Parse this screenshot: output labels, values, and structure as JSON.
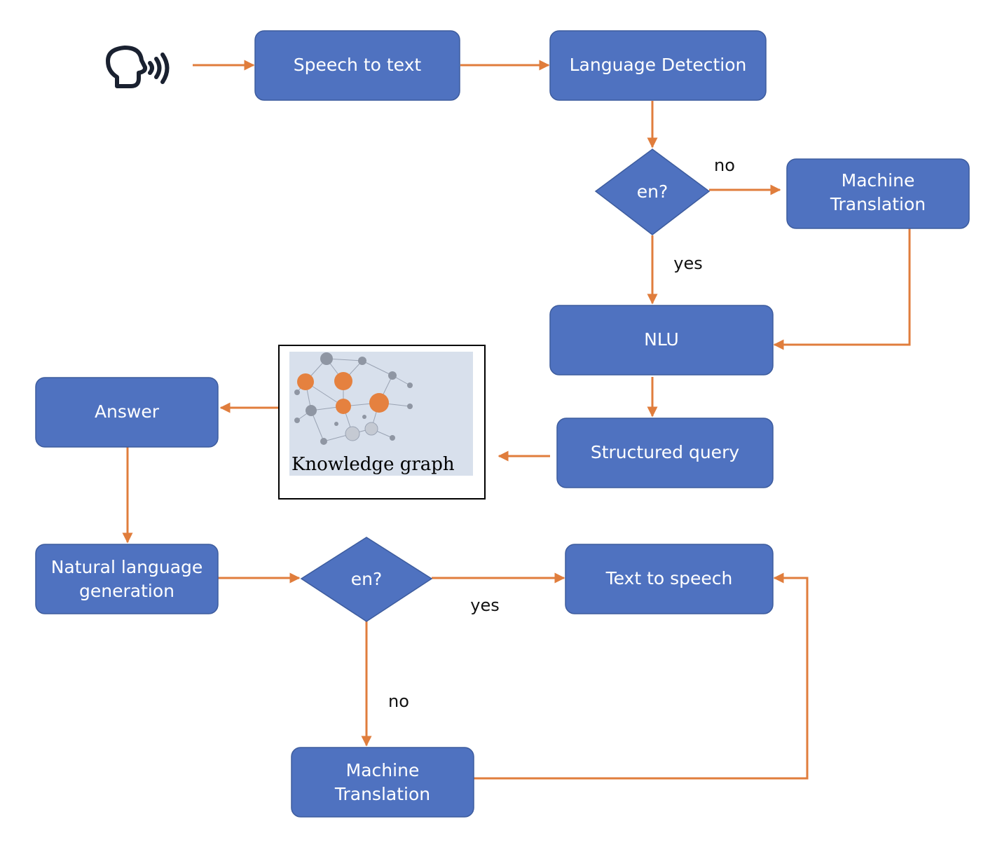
{
  "nodes": {
    "speech_to_text": {
      "lines": [
        "Speech to text"
      ]
    },
    "language_detection": {
      "lines": [
        "Language Detection"
      ]
    },
    "decision_en_1": {
      "lines": [
        "en?"
      ]
    },
    "machine_translation_1": {
      "lines": [
        "Machine",
        "Translation"
      ]
    },
    "nlu": {
      "lines": [
        "NLU"
      ]
    },
    "structured_query": {
      "lines": [
        "Structured query"
      ]
    },
    "knowledge_graph": {
      "caption": "Knowledge graph"
    },
    "answer": {
      "lines": [
        "Answer"
      ]
    },
    "nlg": {
      "lines": [
        "Natural language",
        "generation"
      ]
    },
    "decision_en_2": {
      "lines": [
        "en?"
      ]
    },
    "text_to_speech": {
      "lines": [
        "Text to speech"
      ]
    },
    "machine_translation_2": {
      "lines": [
        "Machine",
        "Translation"
      ]
    }
  },
  "edge_labels": {
    "no_1": "no",
    "yes_1": "yes",
    "yes_2": "yes",
    "no_2": "no"
  },
  "icons": {
    "input": "speaking-head-icon"
  },
  "colors": {
    "box_fill": "#4f72c0",
    "box_stroke": "#3d5c9e",
    "arrow": "#e07d3c",
    "box_text": "#ffffff"
  }
}
